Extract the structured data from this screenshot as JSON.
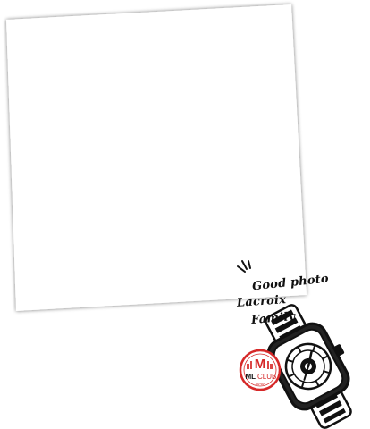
{
  "sticker": {
    "caption_lines": [
      "Good photo",
      "Lacroix",
      "Family"
    ],
    "badge": {
      "logo_letter": "M",
      "club_name_primary": "ML",
      "club_name_secondary": "CLUB",
      "country": "JAPAN",
      "accent_color": "#d62828"
    },
    "watch_icon": "skeleton-watch-icon"
  },
  "colors": {
    "background": "#ffffff",
    "frame_fill": "#ffffff",
    "frame_shadow": "#cfcfcf",
    "ink": "#111111"
  }
}
